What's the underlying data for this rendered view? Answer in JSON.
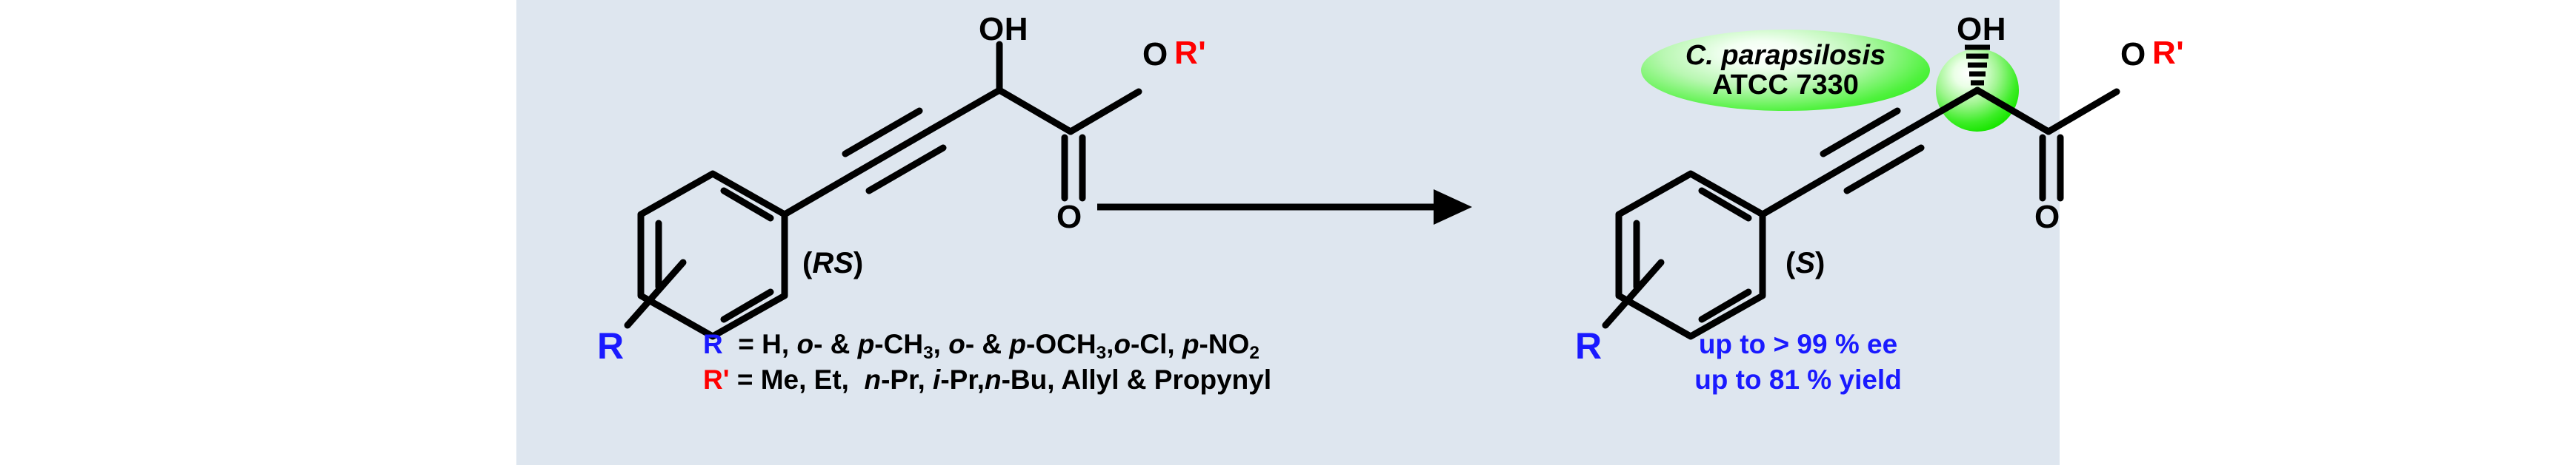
{
  "figure": {
    "kind": "chemical-reaction-scheme",
    "panel_background": "#dee6ef",
    "page_background": "#ffffff"
  },
  "colors": {
    "panel": "#dee6ef",
    "bond": "#000000",
    "r_label": "#1a1aff",
    "rprime_label": "#ff0000",
    "results_text": "#1a1aff",
    "bubble_green": "#15e800",
    "stereocenter_highlight": "#2ee800"
  },
  "substrate": {
    "atom_oh": "OH",
    "atom_o_ester": "O",
    "atom_rprime": "R'",
    "atom_o_carbonyl": "O",
    "atom_r": "R",
    "stereo_descriptor": "(RS)",
    "stereo_descriptor_italic": "RS"
  },
  "product": {
    "atom_oh": "OH",
    "atom_o_ester": "O",
    "atom_rprime": "R'",
    "atom_o_carbonyl": "O",
    "atom_r": "R",
    "stereo_descriptor": "(S)",
    "stereo_descriptor_italic": "S"
  },
  "reagent_bubble": {
    "organism": "C. parapsilosis",
    "strain": "ATCC 7330"
  },
  "legend": {
    "r_lead": "R",
    "r_equals": " = H, ",
    "r_text": "H, o- & p-CH3, o- & p-OCH3,o-Cl, p-NO2",
    "rprime_lead": "R'",
    "rprime_text": "Me, Et,  n-Pr, i-Pr,n-Bu, Allyl & Propynyl"
  },
  "results": {
    "ee_line": "up to > 99 % ee",
    "yield_line": "up to 81 % yield"
  },
  "arrow": {
    "direction": "left-to-right",
    "label": "reaction-arrow"
  }
}
